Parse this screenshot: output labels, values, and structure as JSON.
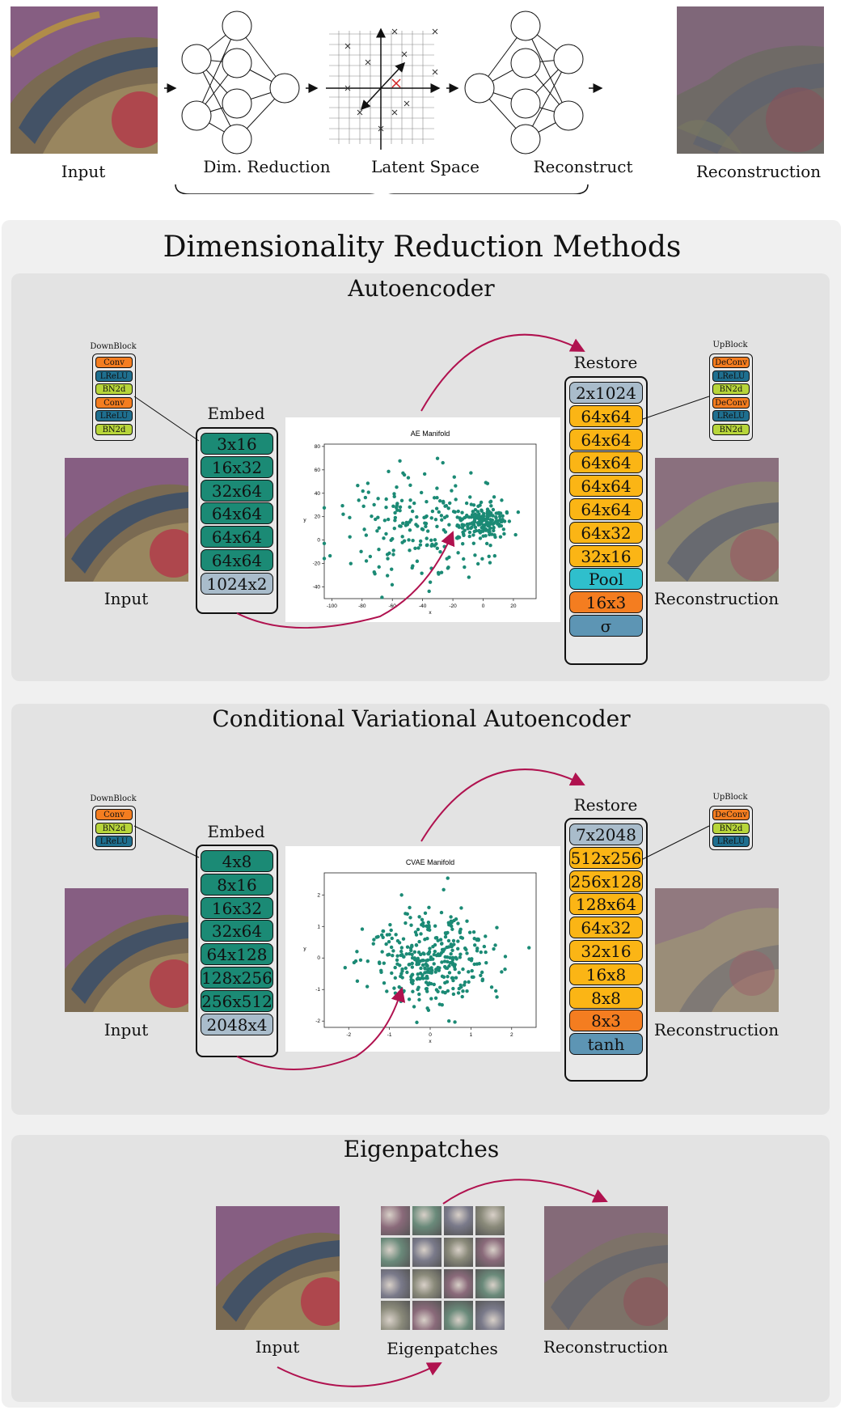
{
  "pipeline": {
    "input_label": "Input",
    "dim_reduction_label": "Dim. Reduction",
    "latent_space_label": "Latent Space",
    "reconstruct_label": "Reconstruct",
    "reconstruction_label": "Reconstruction"
  },
  "main_title": "Dimensionality Reduction Methods",
  "autoencoder": {
    "title": "Autoencoder",
    "input_label": "Input",
    "reconstruction_label": "Reconstruction",
    "embed_title": "Embed",
    "restore_title": "Restore",
    "embed_blocks": [
      {
        "label": "3x16",
        "color": "teal"
      },
      {
        "label": "16x32",
        "color": "teal"
      },
      {
        "label": "32x64",
        "color": "teal"
      },
      {
        "label": "64x64",
        "color": "teal"
      },
      {
        "label": "64x64",
        "color": "teal"
      },
      {
        "label": "64x64",
        "color": "teal"
      },
      {
        "label": "1024x2",
        "color": "grey"
      }
    ],
    "restore_blocks": [
      {
        "label": "2x1024",
        "color": "grey"
      },
      {
        "label": "64x64",
        "color": "yellow"
      },
      {
        "label": "64x64",
        "color": "yellow"
      },
      {
        "label": "64x64",
        "color": "yellow"
      },
      {
        "label": "64x64",
        "color": "yellow"
      },
      {
        "label": "64x64",
        "color": "yellow"
      },
      {
        "label": "64x32",
        "color": "yellow"
      },
      {
        "label": "32x16",
        "color": "yellow"
      },
      {
        "label": "Pool",
        "color": "cyan"
      },
      {
        "label": "16x3",
        "color": "orange"
      },
      {
        "label": "σ",
        "color": "blue"
      }
    ],
    "down_block": {
      "title": "DownBlock",
      "items": [
        {
          "label": "Conv",
          "color": "orange"
        },
        {
          "label": "LReLU",
          "color": "darkblue"
        },
        {
          "label": "BN2d",
          "color": "lime"
        },
        {
          "label": "Conv",
          "color": "orange"
        },
        {
          "label": "LReLU",
          "color": "darkblue"
        },
        {
          "label": "BN2d",
          "color": "lime"
        }
      ]
    },
    "up_block": {
      "title": "UpBlock",
      "items": [
        {
          "label": "DeConv",
          "color": "orange"
        },
        {
          "label": "LReLU",
          "color": "darkblue"
        },
        {
          "label": "BN2d",
          "color": "lime"
        },
        {
          "label": "DeConv",
          "color": "orange"
        },
        {
          "label": "LReLU",
          "color": "darkblue"
        },
        {
          "label": "BN2d",
          "color": "lime"
        }
      ]
    }
  },
  "cvae": {
    "title": "Conditional Variational Autoencoder",
    "input_label": "Input",
    "reconstruction_label": "Reconstruction",
    "embed_title": "Embed",
    "restore_title": "Restore",
    "embed_blocks": [
      {
        "label": "4x8",
        "color": "teal"
      },
      {
        "label": "8x16",
        "color": "teal"
      },
      {
        "label": "16x32",
        "color": "teal"
      },
      {
        "label": "32x64",
        "color": "teal"
      },
      {
        "label": "64x128",
        "color": "teal"
      },
      {
        "label": "128x256",
        "color": "teal"
      },
      {
        "label": "256x512",
        "color": "teal"
      },
      {
        "label": "2048x4",
        "color": "grey"
      }
    ],
    "restore_blocks": [
      {
        "label": "7x2048",
        "color": "grey"
      },
      {
        "label": "512x256",
        "color": "yellow"
      },
      {
        "label": "256x128",
        "color": "yellow"
      },
      {
        "label": "128x64",
        "color": "yellow"
      },
      {
        "label": "64x32",
        "color": "yellow"
      },
      {
        "label": "32x16",
        "color": "yellow"
      },
      {
        "label": "16x8",
        "color": "yellow"
      },
      {
        "label": "8x8",
        "color": "yellow"
      },
      {
        "label": "8x3",
        "color": "orange"
      },
      {
        "label": "tanh",
        "color": "blue"
      }
    ],
    "down_block": {
      "title": "DownBlock",
      "items": [
        {
          "label": "Conv",
          "color": "orange"
        },
        {
          "label": "BN2d",
          "color": "lime"
        },
        {
          "label": "LReLU",
          "color": "darkblue"
        }
      ]
    },
    "up_block": {
      "title": "UpBlock",
      "items": [
        {
          "label": "DeConv",
          "color": "orange"
        },
        {
          "label": "BN2d",
          "color": "lime"
        },
        {
          "label": "LReLU",
          "color": "darkblue"
        }
      ]
    }
  },
  "eigen": {
    "title": "Eigenpatches",
    "input_label": "Input",
    "eigen_label": "Eigenpatches",
    "reconstruction_label": "Reconstruction"
  },
  "colors": {
    "teal": "#1b8a75",
    "grey": "#a9bccb",
    "yellow": "#fbb515",
    "orange": "#f47d20",
    "cyan": "#2fbfcc",
    "blue": "#5d95b4",
    "darkblue": "#1f6f8f",
    "lime": "#b7d53a",
    "scatter": "#1b8a75",
    "arrow": "#b0124f"
  },
  "chart_data": [
    {
      "type": "scatter",
      "title": "AE Manifold",
      "xlabel": "x",
      "ylabel": "y",
      "xlim": [
        -105,
        35
      ],
      "ylim": [
        -50,
        82
      ],
      "xticks": [
        -100,
        -80,
        -60,
        -40,
        -20,
        0,
        20
      ],
      "yticks": [
        -40,
        -20,
        0,
        20,
        40,
        60,
        80
      ],
      "point_count": 360,
      "cluster_center": [
        0,
        15
      ],
      "spread": [
        35,
        25
      ]
    },
    {
      "type": "scatter",
      "title": "CVAE Manifold",
      "xlabel": "x",
      "ylabel": "y",
      "xlim": [
        -2.6,
        2.6
      ],
      "ylim": [
        -2.2,
        2.7
      ],
      "xticks": [
        -2,
        -1,
        0,
        1,
        2
      ],
      "yticks": [
        -2,
        -1,
        0,
        1,
        2
      ],
      "point_count": 360,
      "cluster_center": [
        0,
        0
      ],
      "spread": [
        0.75,
        0.75
      ]
    }
  ]
}
